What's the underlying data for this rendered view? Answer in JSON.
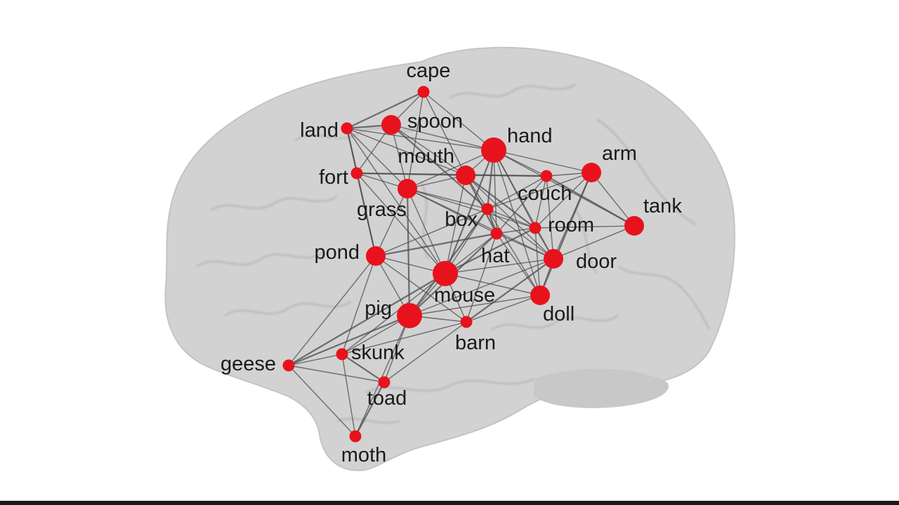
{
  "diagram": {
    "type": "network-on-brain",
    "background": "#ffffff",
    "brain_color": "#d2d2d2",
    "node_color": "#e8121d",
    "edge_color": "#4a4a4a",
    "nodes": [
      {
        "id": "cape",
        "label": "cape",
        "size": 1
      },
      {
        "id": "land",
        "label": "land",
        "size": 1
      },
      {
        "id": "spoon",
        "label": "spoon",
        "size": 2
      },
      {
        "id": "hand",
        "label": "hand",
        "size": 3
      },
      {
        "id": "mouth",
        "label": "mouth",
        "size": 2
      },
      {
        "id": "arm",
        "label": "arm",
        "size": 2
      },
      {
        "id": "fort",
        "label": "fort",
        "size": 1
      },
      {
        "id": "couch",
        "label": "couch",
        "size": 1
      },
      {
        "id": "grass",
        "label": "grass",
        "size": 2
      },
      {
        "id": "tank",
        "label": "tank",
        "size": 2
      },
      {
        "id": "box",
        "label": "box",
        "size": 1
      },
      {
        "id": "room",
        "label": "room",
        "size": 1
      },
      {
        "id": "hat",
        "label": "hat",
        "size": 1
      },
      {
        "id": "pond",
        "label": "pond",
        "size": 2
      },
      {
        "id": "door",
        "label": "door",
        "size": 2
      },
      {
        "id": "mouse",
        "label": "mouse",
        "size": 3
      },
      {
        "id": "pig",
        "label": "pig",
        "size": 3
      },
      {
        "id": "doll",
        "label": "doll",
        "size": 2
      },
      {
        "id": "barn",
        "label": "barn",
        "size": 1
      },
      {
        "id": "skunk",
        "label": "skunk",
        "size": 1
      },
      {
        "id": "geese",
        "label": "geese",
        "size": 1
      },
      {
        "id": "toad",
        "label": "toad",
        "size": 1
      },
      {
        "id": "moth",
        "label": "moth",
        "size": 1
      }
    ],
    "edges": [
      [
        "cape",
        "land"
      ],
      [
        "cape",
        "spoon"
      ],
      [
        "cape",
        "mouth"
      ],
      [
        "cape",
        "hand"
      ],
      [
        "cape",
        "grass"
      ],
      [
        "land",
        "spoon"
      ],
      [
        "land",
        "fort"
      ],
      [
        "land",
        "grass"
      ],
      [
        "land",
        "mouth"
      ],
      [
        "land",
        "hand"
      ],
      [
        "land",
        "pond"
      ],
      [
        "land",
        "mouse"
      ],
      [
        "spoon",
        "grass"
      ],
      [
        "spoon",
        "mouth"
      ],
      [
        "spoon",
        "hand"
      ],
      [
        "spoon",
        "box"
      ],
      [
        "spoon",
        "fort"
      ],
      [
        "hand",
        "mouth"
      ],
      [
        "hand",
        "arm"
      ],
      [
        "hand",
        "couch"
      ],
      [
        "hand",
        "box"
      ],
      [
        "hand",
        "room"
      ],
      [
        "hand",
        "hat"
      ],
      [
        "hand",
        "door"
      ],
      [
        "hand",
        "grass"
      ],
      [
        "hand",
        "mouse"
      ],
      [
        "hand",
        "doll"
      ],
      [
        "hand",
        "tank"
      ],
      [
        "mouth",
        "grass"
      ],
      [
        "mouth",
        "box"
      ],
      [
        "mouth",
        "hat"
      ],
      [
        "mouth",
        "couch"
      ],
      [
        "mouth",
        "door"
      ],
      [
        "mouth",
        "mouse"
      ],
      [
        "mouth",
        "fort"
      ],
      [
        "mouth",
        "room"
      ],
      [
        "arm",
        "couch"
      ],
      [
        "arm",
        "room"
      ],
      [
        "arm",
        "door"
      ],
      [
        "arm",
        "tank"
      ],
      [
        "arm",
        "doll"
      ],
      [
        "arm",
        "box"
      ],
      [
        "fort",
        "grass"
      ],
      [
        "fort",
        "pond"
      ],
      [
        "fort",
        "mouse"
      ],
      [
        "fort",
        "couch"
      ],
      [
        "couch",
        "box"
      ],
      [
        "couch",
        "room"
      ],
      [
        "couch",
        "door"
      ],
      [
        "couch",
        "hat"
      ],
      [
        "couch",
        "tank"
      ],
      [
        "grass",
        "pond"
      ],
      [
        "grass",
        "box"
      ],
      [
        "grass",
        "mouse"
      ],
      [
        "grass",
        "hat"
      ],
      [
        "grass",
        "pig"
      ],
      [
        "grass",
        "room"
      ],
      [
        "grass",
        "door"
      ],
      [
        "tank",
        "room"
      ],
      [
        "tank",
        "door"
      ],
      [
        "box",
        "hat"
      ],
      [
        "box",
        "room"
      ],
      [
        "box",
        "door"
      ],
      [
        "box",
        "mouse"
      ],
      [
        "box",
        "doll"
      ],
      [
        "box",
        "pig"
      ],
      [
        "box",
        "pond"
      ],
      [
        "room",
        "hat"
      ],
      [
        "room",
        "door"
      ],
      [
        "room",
        "doll"
      ],
      [
        "room",
        "mouse"
      ],
      [
        "hat",
        "door"
      ],
      [
        "hat",
        "mouse"
      ],
      [
        "hat",
        "doll"
      ],
      [
        "hat",
        "barn"
      ],
      [
        "hat",
        "pig"
      ],
      [
        "pond",
        "mouse"
      ],
      [
        "pond",
        "pig"
      ],
      [
        "pond",
        "geese"
      ],
      [
        "pond",
        "skunk"
      ],
      [
        "pond",
        "hat"
      ],
      [
        "pond",
        "barn"
      ],
      [
        "door",
        "mouse"
      ],
      [
        "door",
        "doll"
      ],
      [
        "door",
        "pig"
      ],
      [
        "door",
        "barn"
      ],
      [
        "mouse",
        "pig"
      ],
      [
        "mouse",
        "doll"
      ],
      [
        "mouse",
        "barn"
      ],
      [
        "mouse",
        "skunk"
      ],
      [
        "mouse",
        "geese"
      ],
      [
        "pig",
        "barn"
      ],
      [
        "pig",
        "doll"
      ],
      [
        "pig",
        "skunk"
      ],
      [
        "pig",
        "toad"
      ],
      [
        "pig",
        "geese"
      ],
      [
        "pig",
        "moth"
      ],
      [
        "doll",
        "barn"
      ],
      [
        "barn",
        "skunk"
      ],
      [
        "barn",
        "toad"
      ],
      [
        "skunk",
        "toad"
      ],
      [
        "skunk",
        "geese"
      ],
      [
        "skunk",
        "moth"
      ],
      [
        "geese",
        "moth"
      ],
      [
        "geese",
        "toad"
      ],
      [
        "toad",
        "moth"
      ]
    ]
  }
}
